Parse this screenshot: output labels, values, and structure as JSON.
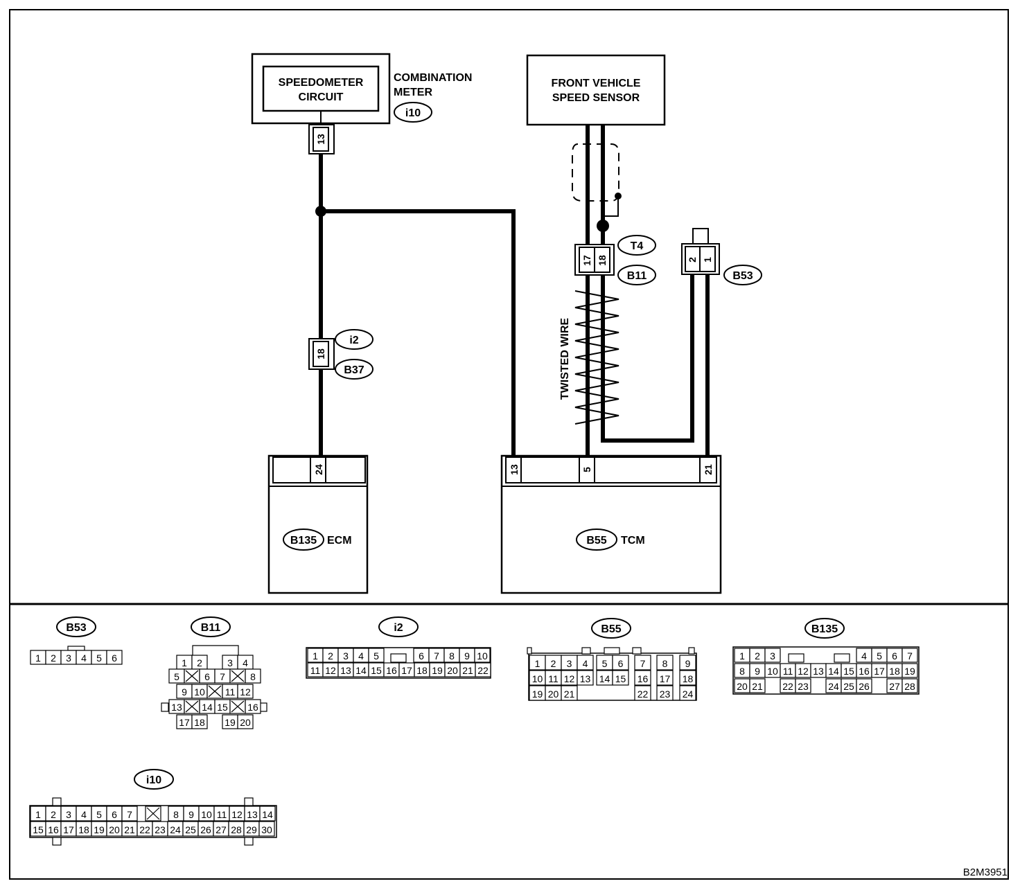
{
  "components": {
    "speedometer": {
      "line1": "SPEEDOMETER",
      "line2": "CIRCUIT"
    },
    "combination_meter": {
      "line1": "COMBINATION",
      "line2": "METER",
      "connector": "i10"
    },
    "front_sensor": {
      "line1": "FRONT VEHICLE",
      "line2": "SPEED SENSOR"
    },
    "ecm": {
      "connector": "B135",
      "label": "ECM"
    },
    "tcm": {
      "connector": "B55",
      "label": "TCM"
    }
  },
  "wiring": {
    "meter_pin": "13",
    "i2_pin": "18",
    "i2_label": "i2",
    "b37_label": "B37",
    "ecm_pin": "24",
    "tcm_pins": [
      "13",
      "5",
      "21"
    ],
    "t4_label": "T4",
    "b11_label": "B11",
    "b11_pins": [
      "17",
      "18"
    ],
    "b53_label": "B53",
    "b53_pins": [
      "2",
      "1"
    ],
    "twisted_wire": "TWISTED WIRE"
  },
  "connector_views": {
    "b53": {
      "label": "B53",
      "rows": [
        [
          "1",
          "2",
          "3",
          "4",
          "5",
          "6"
        ]
      ]
    },
    "b11": {
      "label": "B11",
      "rows": [
        [
          "1",
          "2",
          "3",
          "4"
        ],
        [
          "5",
          "6",
          "7",
          "8"
        ],
        [
          "9",
          "10",
          "11",
          "12"
        ],
        [
          "13",
          "14",
          "15",
          "16"
        ],
        [
          "17",
          "18",
          "19",
          "20"
        ]
      ]
    },
    "i2": {
      "label": "i2",
      "rows": [
        [
          "1",
          "2",
          "3",
          "4",
          "5",
          "6",
          "7",
          "8",
          "9",
          "10"
        ],
        [
          "11",
          "12",
          "13",
          "14",
          "15",
          "16",
          "17",
          "18",
          "19",
          "20",
          "21",
          "22"
        ]
      ]
    },
    "b55": {
      "label": "B55",
      "rows": [
        [
          "1",
          "2",
          "3",
          "4",
          "5",
          "6",
          "7",
          "8",
          "9"
        ],
        [
          "10",
          "11",
          "12",
          "13",
          "14",
          "15",
          "16",
          "17",
          "18"
        ],
        [
          "19",
          "20",
          "21",
          "22",
          "23",
          "24"
        ]
      ]
    },
    "b135": {
      "label": "B135",
      "rows": [
        [
          "1",
          "2",
          "3",
          "4",
          "5",
          "6",
          "7"
        ],
        [
          "8",
          "9",
          "10",
          "11",
          "12",
          "13",
          "14",
          "15",
          "16",
          "17",
          "18",
          "19"
        ],
        [
          "20",
          "21",
          "22",
          "23",
          "24",
          "25",
          "26",
          "27",
          "28"
        ]
      ]
    },
    "i10": {
      "label": "i10",
      "rows": [
        [
          "1",
          "2",
          "3",
          "4",
          "5",
          "6",
          "7",
          "8",
          "9",
          "10",
          "11",
          "12",
          "13",
          "14"
        ],
        [
          "15",
          "16",
          "17",
          "18",
          "19",
          "20",
          "21",
          "22",
          "23",
          "24",
          "25",
          "26",
          "27",
          "28",
          "29",
          "30"
        ]
      ]
    }
  },
  "figure_code": "B2M3951"
}
